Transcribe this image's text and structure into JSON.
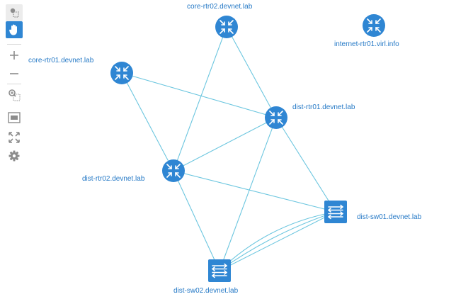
{
  "toolbar": {
    "tools": [
      {
        "name": "select-tool",
        "icon": "lasso-select-icon",
        "active": false
      },
      {
        "name": "pan-tool",
        "icon": "hand-icon",
        "active": true
      },
      {
        "name": "zoom-in-button",
        "icon": "plus-icon"
      },
      {
        "name": "zoom-out-button",
        "icon": "minus-icon"
      },
      {
        "name": "zoom-selection-button",
        "icon": "zoom-box-icon"
      },
      {
        "name": "fit-view-button",
        "icon": "fit-screen-icon"
      },
      {
        "name": "fullscreen-button",
        "icon": "expand-icon"
      },
      {
        "name": "settings-button",
        "icon": "gear-icon"
      }
    ]
  },
  "colors": {
    "node": "#2f86d3",
    "link": "#6cc6df",
    "label": "#2579c6",
    "tool_icon": "#8c8c8c"
  },
  "nodes": [
    {
      "id": "core-rtr02",
      "label": "core-rtr02.devnet.lab",
      "type": "router"
    },
    {
      "id": "internet-rtr01",
      "label": "internet-rtr01.virl.info",
      "type": "router"
    },
    {
      "id": "core-rtr01",
      "label": "core-rtr01.devnet.lab",
      "type": "router"
    },
    {
      "id": "dist-rtr01",
      "label": "dist-rtr01.devnet.lab",
      "type": "router"
    },
    {
      "id": "dist-rtr02",
      "label": "dist-rtr02.devnet.lab",
      "type": "router"
    },
    {
      "id": "dist-sw01",
      "label": "dist-sw01.devnet.lab",
      "type": "switch"
    },
    {
      "id": "dist-sw02",
      "label": "dist-sw02.devnet.lab",
      "type": "switch"
    }
  ],
  "links": [
    {
      "from": "core-rtr02",
      "to": "dist-rtr01"
    },
    {
      "from": "core-rtr02",
      "to": "dist-rtr02"
    },
    {
      "from": "core-rtr01",
      "to": "dist-rtr01"
    },
    {
      "from": "core-rtr01",
      "to": "dist-rtr02"
    },
    {
      "from": "dist-rtr01",
      "to": "dist-rtr02"
    },
    {
      "from": "dist-rtr01",
      "to": "dist-sw01"
    },
    {
      "from": "dist-rtr01",
      "to": "dist-sw02"
    },
    {
      "from": "dist-rtr02",
      "to": "dist-sw01"
    },
    {
      "from": "dist-rtr02",
      "to": "dist-sw02"
    },
    {
      "from": "dist-sw01",
      "to": "dist-sw02"
    },
    {
      "from": "dist-sw01",
      "to": "dist-sw02"
    },
    {
      "from": "dist-sw01",
      "to": "dist-sw02"
    }
  ]
}
